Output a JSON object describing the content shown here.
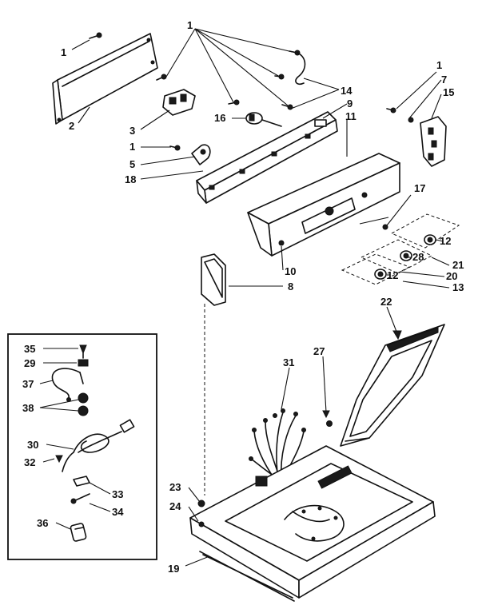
{
  "callouts": {
    "c1a": "1",
    "c1b": "1",
    "c1c": "1",
    "c1d": "1",
    "c2": "2",
    "c3": "3",
    "c5": "5",
    "c7": "7",
    "c8": "8",
    "c9": "9",
    "c10": "10",
    "c11": "11",
    "c12a": "12",
    "c12b": "12",
    "c13": "13",
    "c14": "14",
    "c15": "15",
    "c16": "16",
    "c17": "17",
    "c18": "18",
    "c19": "19",
    "c20": "20",
    "c21": "21",
    "c22": "22",
    "c23": "23",
    "c24": "24",
    "c27": "27",
    "c28": "28",
    "c29": "29",
    "c30": "30",
    "c31": "31",
    "c32": "32",
    "c33": "33",
    "c34": "34",
    "c35": "35",
    "c36": "36",
    "c37": "37",
    "c38": "38"
  }
}
